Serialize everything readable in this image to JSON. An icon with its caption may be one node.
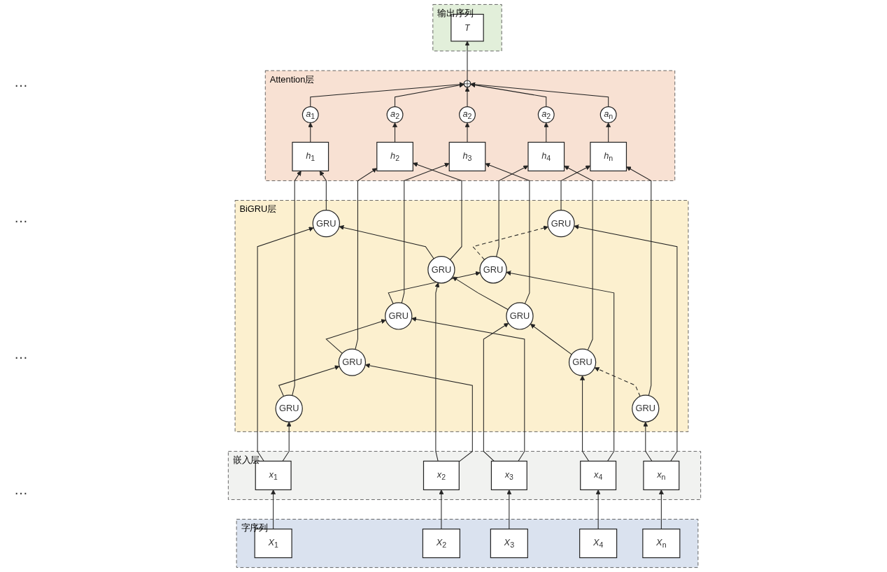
{
  "diagram": {
    "nodes": [
      {
        "text": [
          "输出序列"
        ]
      },
      {
        "text": [
          "*T*"
        ],
        "in": 0
      },
      {
        "text": [
          "Attention层"
        ]
      },
      {
        "text": [],
        "shape": "circle",
        "in": 2
      },
      {
        "text": [
          "*a*$_{1}$"
        ],
        "in": 2
      },
      {
        "text": [
          "*a*$_{2}$"
        ],
        "in": 2
      },
      {
        "text": [
          "*a*$_{2}$"
        ],
        "in": 2
      },
      {
        "text": [
          "*a*$_{2}$"
        ],
        "in": 2
      },
      {
        "text": [
          "*a*$_{n}$"
        ],
        "in": 2
      },
      {
        "text": [
          "*h*$_{1}$"
        ],
        "in": 2
      },
      {
        "text": [
          "*h*$_{2}$"
        ],
        "in": 2
      },
      {
        "text": [
          "*h*$_{3}$"
        ],
        "in": 2
      },
      {
        "text": [
          "*h*$_{4}$"
        ],
        "in": 2
      },
      {
        "text": [
          "*h*$_{n}$"
        ],
        "in": 2
      },
      {
        "text": [
          "BiGRU层"
        ]
      },
      {
        "text": [
          "GRU"
        ],
        "in": 14
      },
      {
        "text": [
          "GRU"
        ],
        "in": 14
      },
      {
        "text": [
          "GRU"
        ],
        "in": 14
      },
      {
        "text": [
          "GRU"
        ],
        "in": 14
      },
      {
        "text": [
          "GRU"
        ],
        "in": 14
      },
      {
        "text": [
          "GRU"
        ],
        "in": 14
      },
      {
        "text": [
          "GRU"
        ],
        "in": 14
      },
      {
        "text": [
          "GRU"
        ],
        "in": 14
      },
      {
        "text": [
          "GRU"
        ],
        "in": 14
      },
      {
        "text": [
          "GRU"
        ],
        "in": 14
      },
      {
        "text": [
          "嵌入层"
        ]
      },
      {
        "text": [
          "*x*$_{1}$"
        ],
        "in": 25
      },
      {
        "text": [
          "*x*$_{2}$"
        ],
        "in": 25
      },
      {
        "text": [
          "*x*$_{3}$"
        ],
        "in": 25
      },
      {
        "text": [
          "*x*$_{4}$"
        ],
        "in": 25
      },
      {
        "text": [
          "*x*$_{n}$"
        ],
        "in": 25
      },
      {
        "text": [
          "字序列"
        ]
      },
      {
        "text": [
          "*X*$_{1}$"
        ],
        "in": 31
      },
      {
        "text": [
          "*X*$_{2}$"
        ],
        "in": 31
      },
      {
        "text": [
          "*X*$_{3}$"
        ],
        "in": 31
      },
      {
        "text": [
          "*X*$_{4}$"
        ],
        "in": 31
      },
      {
        "text": [
          "*X*$_{n}$"
        ],
        "in": 31
      }
    ],
    "edges": [
      {
        "from": 32,
        "to": 26,
        "arrow": "to"
      },
      {
        "from": 33,
        "to": 27,
        "arrow": "to"
      },
      {
        "from": 34,
        "to": 28,
        "arrow": "to"
      },
      {
        "from": 35,
        "to": 29,
        "arrow": "to"
      },
      {
        "from": 36,
        "to": 30,
        "arrow": "to"
      },
      {
        "from": 26,
        "to": 15,
        "arrow": "to"
      },
      {
        "from": 26,
        "to": 20,
        "arrow": "to"
      },
      {
        "from": 27,
        "to": 16,
        "arrow": "to"
      },
      {
        "from": 27,
        "to": 21,
        "arrow": "to"
      },
      {
        "from": 28,
        "to": 17,
        "arrow": "to"
      },
      {
        "from": 28,
        "to": 22,
        "arrow": "to"
      },
      {
        "from": 29,
        "to": 18,
        "arrow": "to"
      },
      {
        "from": 29,
        "to": 23,
        "arrow": "to"
      },
      {
        "from": 30,
        "to": 19,
        "arrow": "to"
      },
      {
        "from": 30,
        "to": 24,
        "arrow": "to"
      },
      {
        "from": 16,
        "to": 15,
        "arrow": "to"
      },
      {
        "from": 17,
        "to": 16,
        "arrow": "to"
      },
      {
        "from": 18,
        "to": 17,
        "arrow": "to"
      },
      {
        "from": 19,
        "to": 18,
        "arrow": "to",
        "style": "dashed"
      },
      {
        "from": 20,
        "to": 21,
        "arrow": "to"
      },
      {
        "from": 21,
        "to": 22,
        "arrow": "to"
      },
      {
        "from": 22,
        "to": 23,
        "arrow": "to"
      },
      {
        "from": 23,
        "to": 24,
        "arrow": "to",
        "style": "dashed"
      },
      {
        "from": 15,
        "to": 9,
        "arrow": "to"
      },
      {
        "from": 20,
        "to": 9,
        "arrow": "to"
      },
      {
        "from": 16,
        "to": 10,
        "arrow": "to"
      },
      {
        "from": 21,
        "to": 10,
        "arrow": "to"
      },
      {
        "from": 17,
        "to": 11,
        "arrow": "to"
      },
      {
        "from": 22,
        "to": 11,
        "arrow": "to"
      },
      {
        "from": 18,
        "to": 12,
        "arrow": "to"
      },
      {
        "from": 23,
        "to": 12,
        "arrow": "to"
      },
      {
        "from": 19,
        "to": 13,
        "arrow": "to"
      },
      {
        "from": 24,
        "to": 13,
        "arrow": "to"
      },
      {
        "from": 9,
        "to": 4,
        "arrow": "to"
      },
      {
        "from": 10,
        "to": 5,
        "arrow": "to"
      },
      {
        "from": 11,
        "to": 6,
        "arrow": "to"
      },
      {
        "from": 12,
        "to": 7,
        "arrow": "to"
      },
      {
        "from": 13,
        "to": 8,
        "arrow": "to"
      },
      {
        "from": 4,
        "to": 3,
        "arrow": "to"
      },
      {
        "from": 5,
        "to": 3,
        "arrow": "to"
      },
      {
        "from": 6,
        "to": 3,
        "arrow": "to"
      },
      {
        "from": 7,
        "to": 3,
        "arrow": "to"
      },
      {
        "from": 8,
        "to": 3,
        "arrow": "to"
      },
      {
        "from": 3,
        "to": 1,
        "arrow": "to"
      }
    ],
    "labels": [
      "…",
      "…",
      "…",
      "…"
    ]
  }
}
